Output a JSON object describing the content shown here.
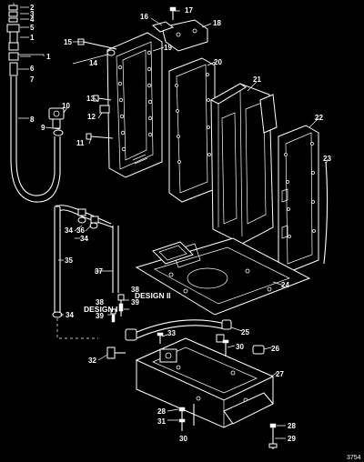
{
  "figure_id": "3754",
  "callouts": {
    "c1": "1",
    "c2": "2",
    "c3": "3",
    "c4": "4",
    "c5": "5",
    "c6": "6",
    "c7": "7",
    "c8": "8",
    "c9": "9",
    "c10": "10",
    "c11": "11",
    "c12": "12",
    "c13": "13",
    "c14": "14",
    "c15": "15",
    "c16": "16",
    "c17": "17",
    "c18": "18",
    "c19": "19",
    "c20": "20",
    "c21": "21",
    "c22": "22",
    "c23": "23",
    "c24": "24",
    "c25": "25",
    "c26": "26",
    "c27": "27",
    "c28": "28",
    "c29": "29",
    "c30a": "30",
    "c30b": "30",
    "c31": "31",
    "c32": "32",
    "c33": "33",
    "c34a": "34",
    "c34b": "34",
    "c34c": "34",
    "c35": "35",
    "c36": "36",
    "c37": "37",
    "c38a": "38",
    "c38b": "38",
    "c39a": "39",
    "c39b": "39"
  },
  "design_labels": {
    "design_one": "DESIGN I",
    "design_two": "DESIGN II"
  }
}
